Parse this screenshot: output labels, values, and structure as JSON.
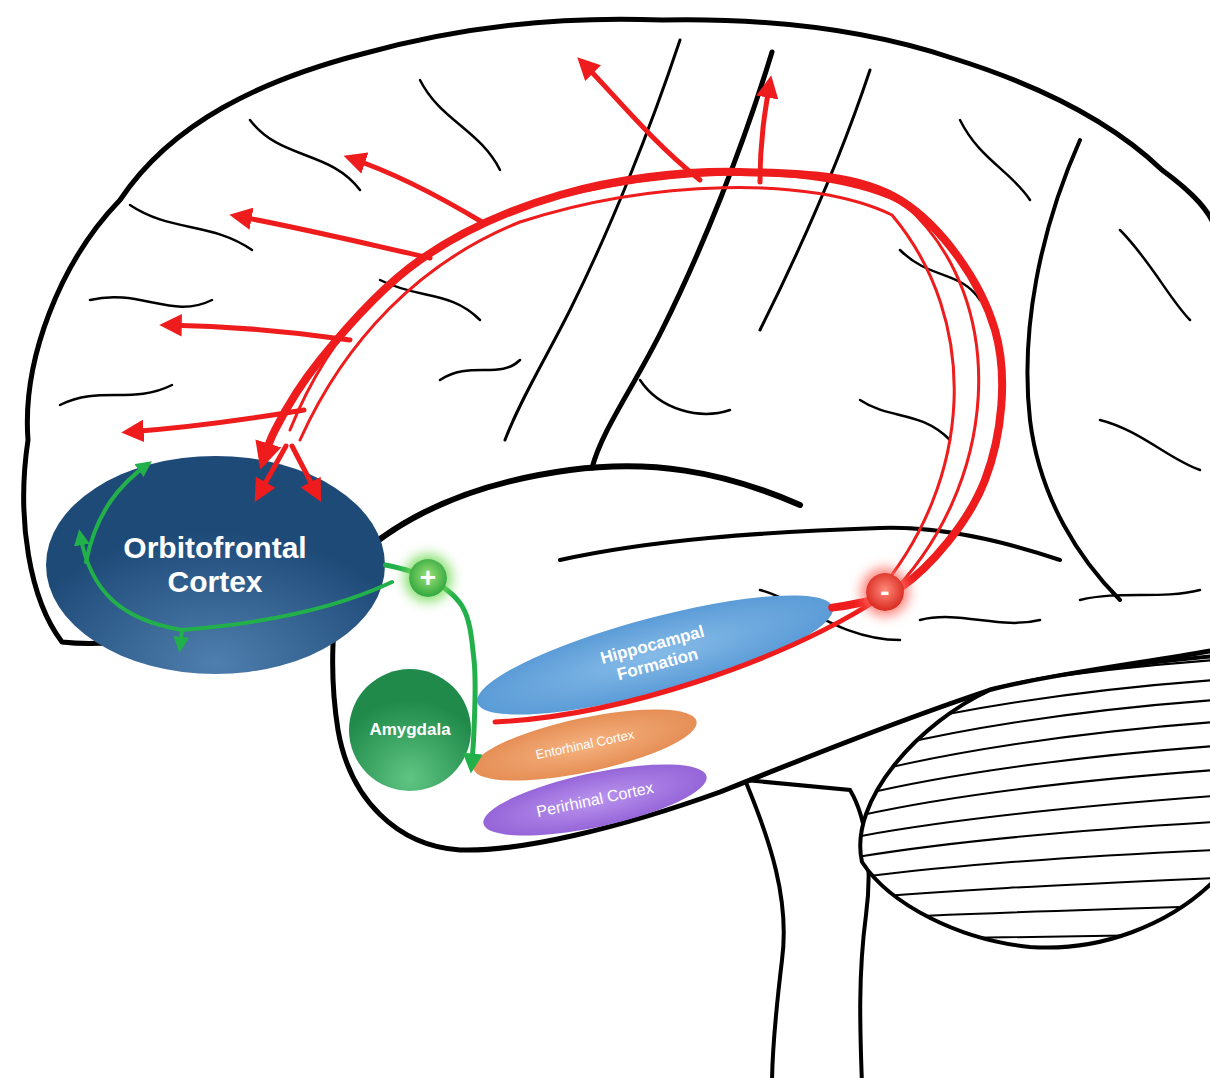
{
  "diagram": {
    "nodes": [
      {
        "text": [
          "Orbitofrontal Cortex"
        ]
      },
      {
        "text": [
          "Amygdala"
        ]
      },
      {
        "text": [
          "Hippocampal Formation"
        ]
      },
      {
        "text": [
          "Entorhinal Cortex"
        ]
      },
      {
        "text": [
          "Perirhinal Cortex"
        ]
      }
    ],
    "edges": [
      {
        "from": 0,
        "to": 3,
        "arrow": "to"
      },
      {
        "from": 2,
        "to": 0,
        "arrow": "to"
      }
    ],
    "labels": [
      "+",
      "-"
    ]
  }
}
